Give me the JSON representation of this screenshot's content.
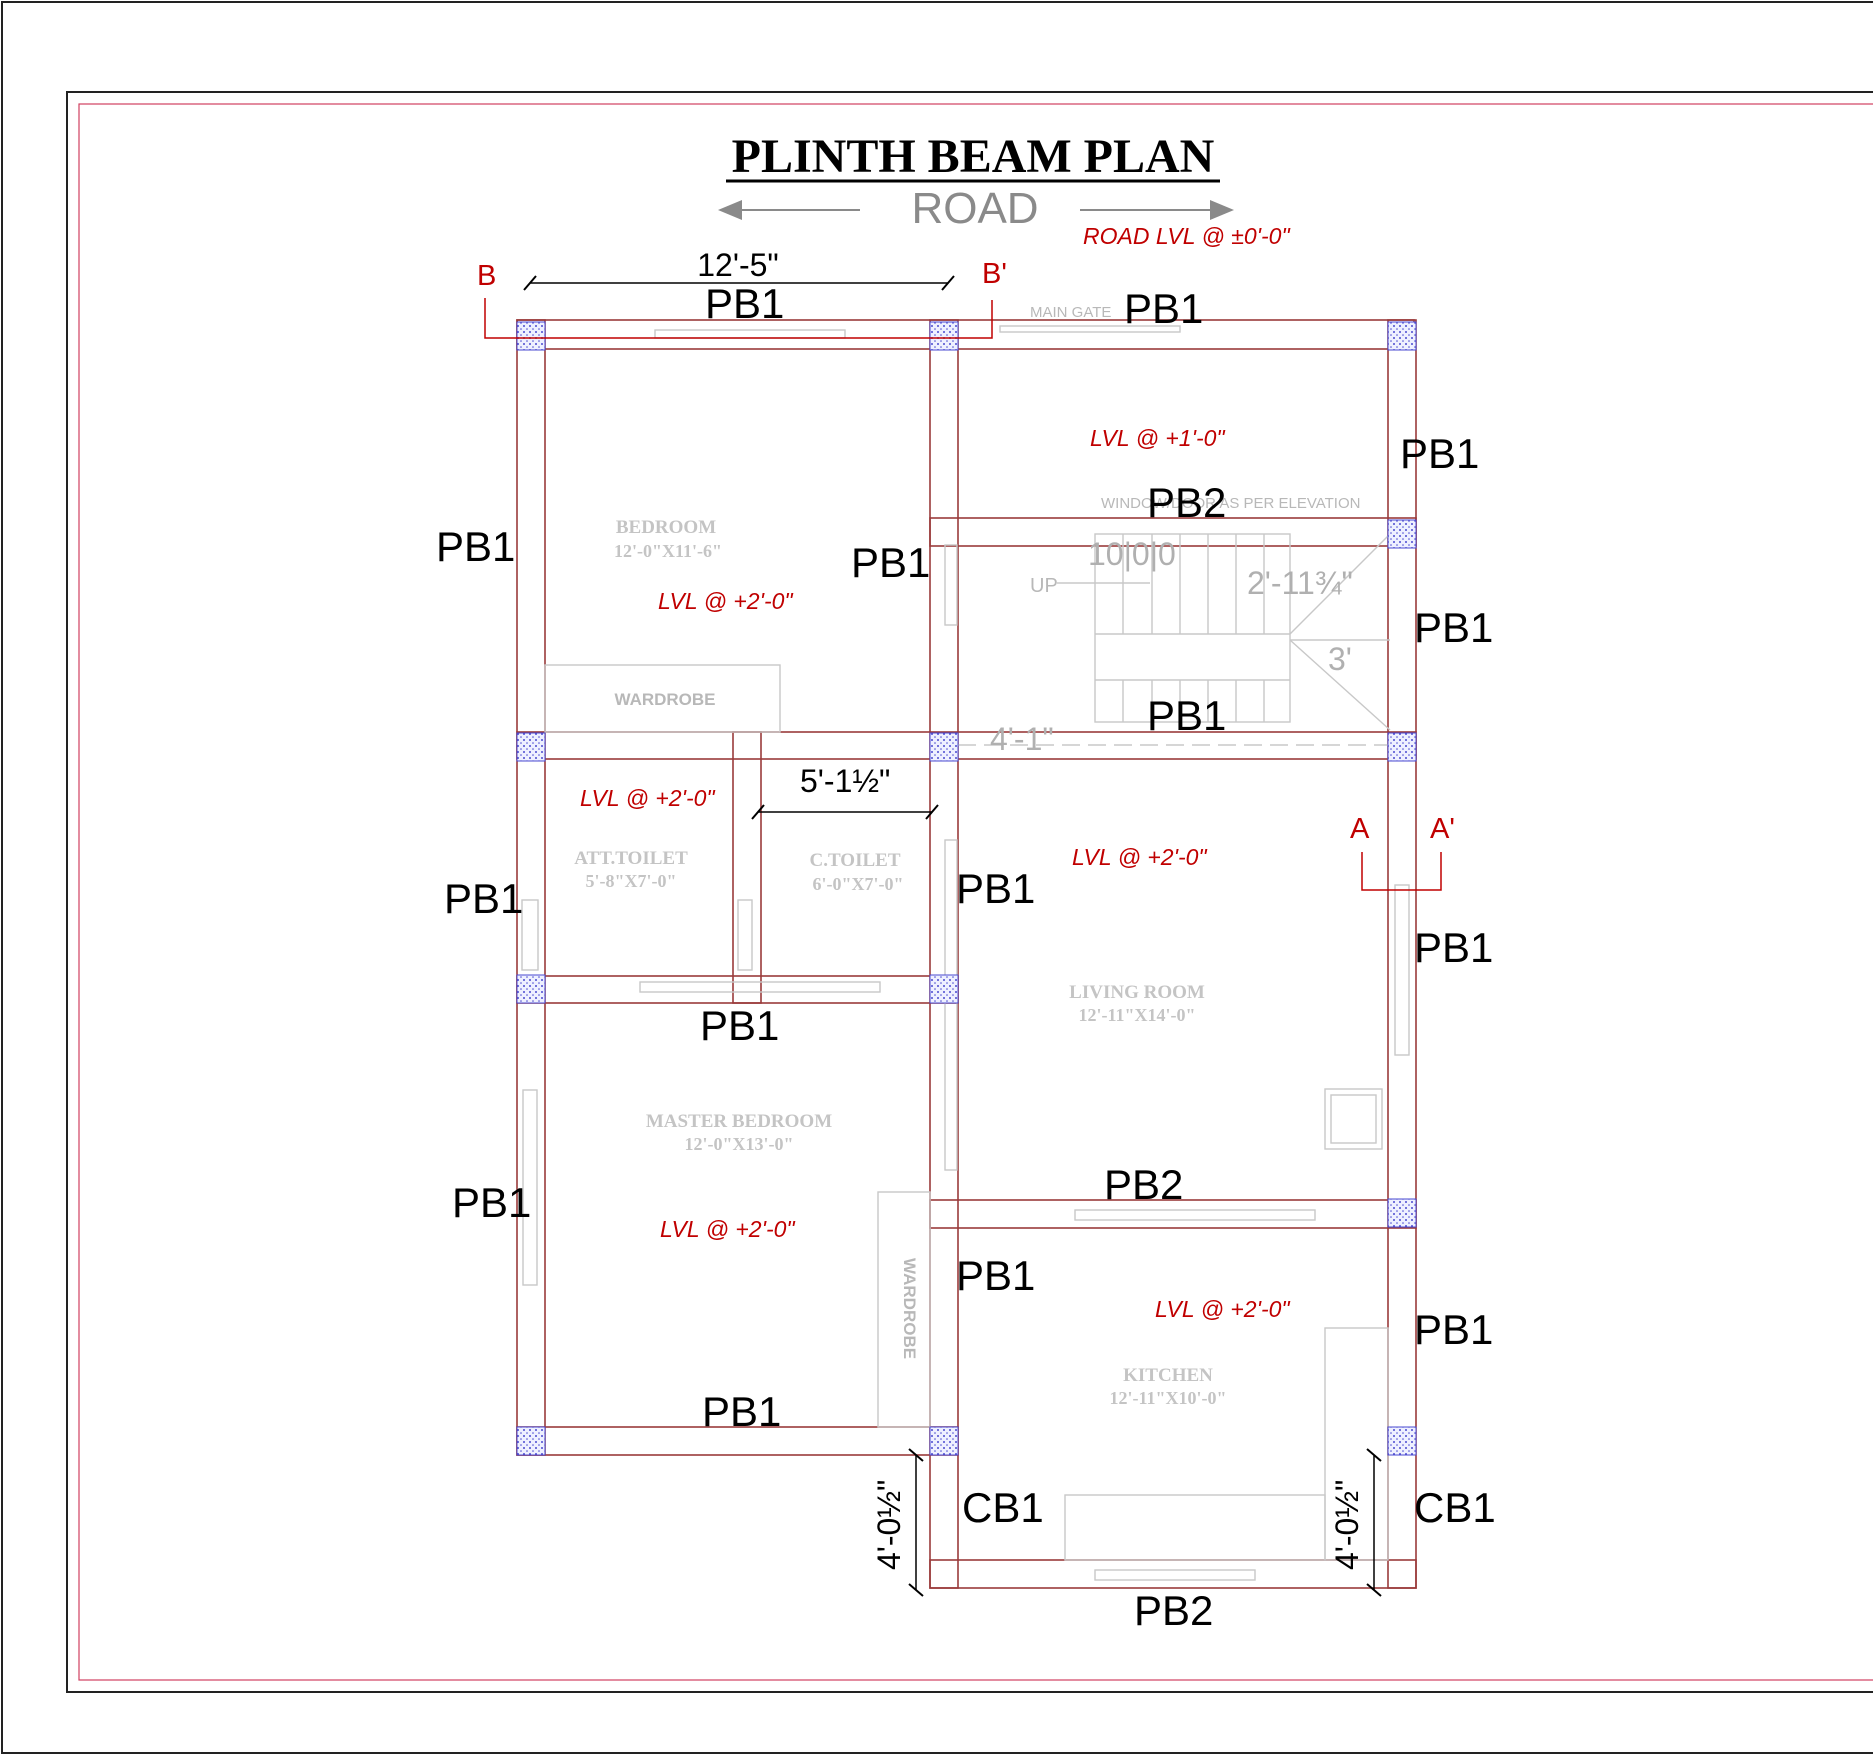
{
  "title": "PLINTH BEAM PLAN",
  "road": "ROAD",
  "road_level": "ROAD LVL @ ±0'-0\"",
  "main_gate": "MAIN GATE",
  "window_note": "WINDOW/DOOR AS PER ELEVATION",
  "section_marks": {
    "b": "B",
    "b_prime": "B'",
    "a": "A",
    "a_prime": "A'"
  },
  "dimensions": {
    "top_width": "12'-5\"",
    "toilet_width": "5'-1½\"",
    "stair_width": "2'-11¾\"",
    "stair_landing": "3'",
    "stair_length": "4'-1\"",
    "cantilever_left": "4'-0½\"",
    "cantilever_right": "4'-0½\"",
    "stair_steps": "10|0|0"
  },
  "rooms": {
    "bedroom": {
      "name": "BEDROOM",
      "size": "12'-0\"X11'-6\""
    },
    "att_toilet": {
      "name": "ATT.TOILET",
      "size": "5'-8\"X7'-0\""
    },
    "c_toilet": {
      "name": "C.TOILET",
      "size": "6'-0\"X7'-0\""
    },
    "living_room": {
      "name": "LIVING ROOM",
      "size": "12'-11\"X14'-0\""
    },
    "master_bedroom": {
      "name": "MASTER BEDROOM",
      "size": "12'-0\"X13'-0\""
    },
    "kitchen": {
      "name": "KITCHEN",
      "size": "12'-11\"X10'-0\""
    },
    "wardrobe_1": "WARDROBE",
    "wardrobe_2": "WARDROBE",
    "stair_up": "UP"
  },
  "levels": {
    "stair_area": "LVL @ +1'-0\"",
    "bedroom": "LVL @ +2'-0\"",
    "toilet": "LVL @ +2'-0\"",
    "living": "LVL @ +2'-0\"",
    "master": "LVL @ +2'-0\"",
    "kitchen": "LVL @ +2'-0\""
  },
  "beams": {
    "top_left": "PB1",
    "top_right": "PB1",
    "right_upper": "PB1",
    "stair_pb2": "PB2",
    "left_bedroom": "PB1",
    "mid_upper": "PB1",
    "right_stair": "PB1",
    "stair_bottom": "PB1",
    "left_toilet": "PB1",
    "mid_living": "PB1",
    "right_living": "PB1",
    "toilet_bottom": "PB1",
    "left_master": "PB1",
    "living_pb2": "PB2",
    "mid_lower": "PB1",
    "right_kitchen": "PB1",
    "bottom_master": "PB1",
    "cb_left": "CB1",
    "cb_right": "CB1",
    "bottom_pb2": "PB2"
  }
}
